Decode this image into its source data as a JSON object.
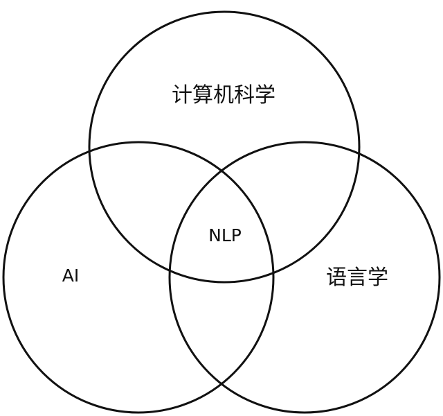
{
  "diagram": {
    "type": "venn",
    "sets": [
      {
        "id": "top",
        "label": "计算机科学"
      },
      {
        "id": "left",
        "label": "AI"
      },
      {
        "id": "right",
        "label": "语言学"
      }
    ],
    "intersection": {
      "label": "NLP"
    },
    "colors": {
      "stroke": "#111111",
      "background": "#ffffff",
      "text": "#111111"
    }
  }
}
